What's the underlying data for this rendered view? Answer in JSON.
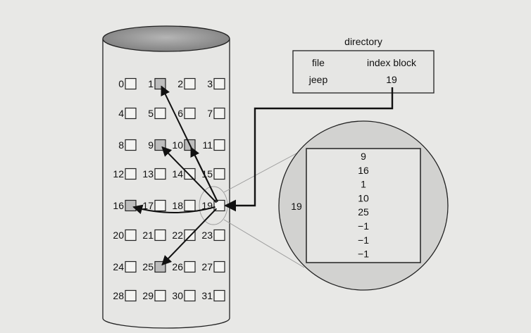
{
  "directory": {
    "title": "directory",
    "headers": {
      "file": "file",
      "index_block": "index block"
    },
    "row": {
      "file": "jeep",
      "index_block": "19"
    }
  },
  "disk": {
    "blocks": [
      {
        "label": "0",
        "shaded": false
      },
      {
        "label": "1",
        "shaded": true
      },
      {
        "label": "2",
        "shaded": false
      },
      {
        "label": "3",
        "shaded": false
      },
      {
        "label": "4",
        "shaded": false
      },
      {
        "label": "5",
        "shaded": false
      },
      {
        "label": "6",
        "shaded": false
      },
      {
        "label": "7",
        "shaded": false
      },
      {
        "label": "8",
        "shaded": false
      },
      {
        "label": "9",
        "shaded": true
      },
      {
        "label": "10",
        "shaded": true
      },
      {
        "label": "11",
        "shaded": false
      },
      {
        "label": "12",
        "shaded": false
      },
      {
        "label": "13",
        "shaded": false
      },
      {
        "label": "14",
        "shaded": false
      },
      {
        "label": "15",
        "shaded": false
      },
      {
        "label": "16",
        "shaded": true
      },
      {
        "label": "17",
        "shaded": false
      },
      {
        "label": "18",
        "shaded": false
      },
      {
        "label": "19",
        "shaded": false
      },
      {
        "label": "20",
        "shaded": false
      },
      {
        "label": "21",
        "shaded": false
      },
      {
        "label": "22",
        "shaded": false
      },
      {
        "label": "23",
        "shaded": false
      },
      {
        "label": "24",
        "shaded": false
      },
      {
        "label": "25",
        "shaded": true
      },
      {
        "label": "26",
        "shaded": false
      },
      {
        "label": "27",
        "shaded": false
      },
      {
        "label": "28",
        "shaded": false
      },
      {
        "label": "29",
        "shaded": false
      },
      {
        "label": "30",
        "shaded": false
      },
      {
        "label": "31",
        "shaded": false
      }
    ],
    "index_block_id": "19",
    "pointer_targets": [
      "9",
      "16",
      "1",
      "10",
      "25"
    ]
  },
  "zoom": {
    "label": "19",
    "entries": [
      "9",
      "16",
      "1",
      "10",
      "25",
      "−1",
      "−1",
      "−1"
    ]
  },
  "colors": {
    "background": "#e8e8e6",
    "shaded_block": "#bdbdbd",
    "disk_top": "#9c9c9c",
    "zoom_circle": "#d2d2d0",
    "line": "#111111"
  }
}
